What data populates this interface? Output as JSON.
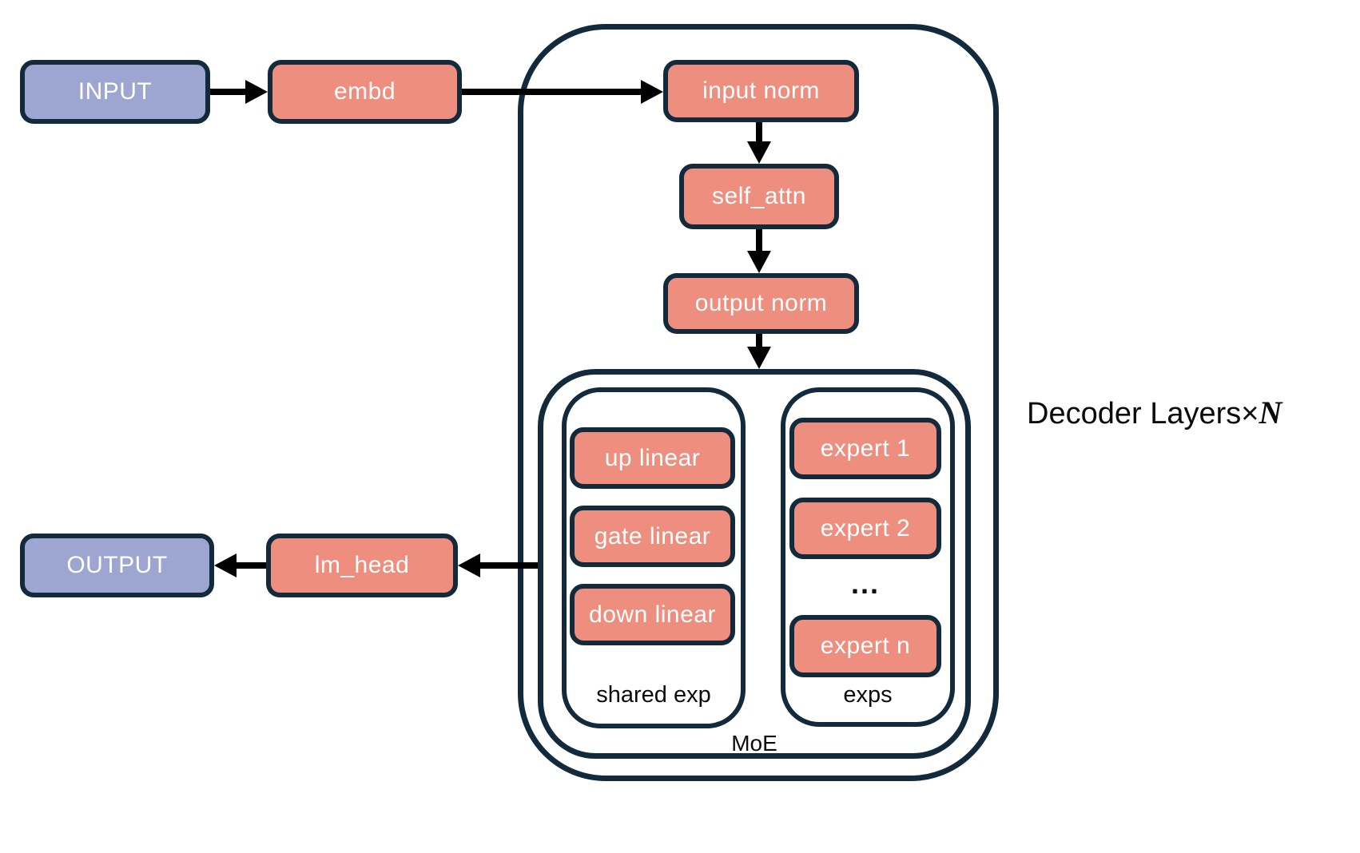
{
  "colors": {
    "box_salmon": "#ee8e7e",
    "box_purple": "#9da6d1",
    "border_navy": "#132a3c",
    "arrow_black": "#000000",
    "background": "#ffffff"
  },
  "nodes": {
    "input": "INPUT",
    "embd": "embd",
    "input_norm": "input norm",
    "self_attn": "self_attn",
    "output_norm": "output norm",
    "up_linear": "up linear",
    "gate_linear": "gate linear",
    "down_linear": "down linear",
    "expert_1": "expert 1",
    "expert_2": "expert 2",
    "expert_ellipsis": "...",
    "expert_n": "expert n",
    "lm_head": "lm_head",
    "output": "OUTPUT"
  },
  "labels": {
    "shared_exp": "shared exp",
    "exps": "exps",
    "moe": "MoE",
    "decoder_layers": "Decoder Layers×",
    "decoder_layers_n": "N"
  }
}
